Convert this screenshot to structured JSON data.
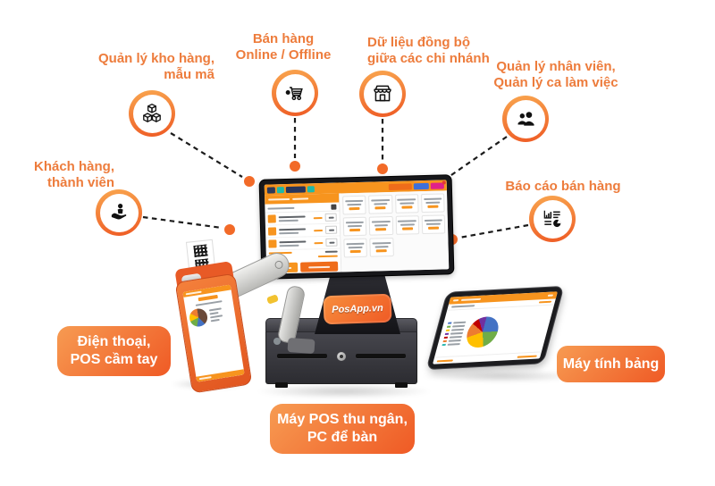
{
  "brand": {
    "logo_text": "PosApp.vn"
  },
  "features": [
    {
      "icon": "boxes-icon",
      "label_lines": [
        "Quản lý kho hàng,",
        "mẫu mã"
      ]
    },
    {
      "icon": "cart-icon",
      "label_lines": [
        "Bán hàng",
        "Online / Offline"
      ]
    },
    {
      "icon": "store-icon",
      "label_lines": [
        "Dữ liệu đồng bộ",
        "giữa các chi nhánh"
      ]
    },
    {
      "icon": "people-icon",
      "label_lines": [
        "Quản lý nhân viên,",
        "Quản lý ca làm việc"
      ]
    },
    {
      "icon": "customer-care-icon",
      "label_lines": [
        "Khách hàng,",
        "thành viên"
      ]
    },
    {
      "icon": "report-icon",
      "label_lines": [
        "Báo cáo bán hàng"
      ]
    }
  ],
  "device_labels": [
    {
      "label_lines": [
        "Điện thoại,",
        "POS cầm tay"
      ]
    },
    {
      "label_lines": [
        "Máy POS thu ngân,",
        "PC để bàn"
      ]
    },
    {
      "label_lines": [
        "Máy tính bảng"
      ]
    }
  ],
  "colors": {
    "label_text": "#ED7C3C",
    "button_gradient_start": "#F79B52",
    "button_gradient_end": "#EF5A25",
    "ring_gradient_start": "#F9A64F",
    "ring_gradient_end": "#EE5A24",
    "connector_dot": "#F26A28",
    "connector_dash": "#1B1B1B",
    "pos_ui_bar": "#F7941E"
  }
}
